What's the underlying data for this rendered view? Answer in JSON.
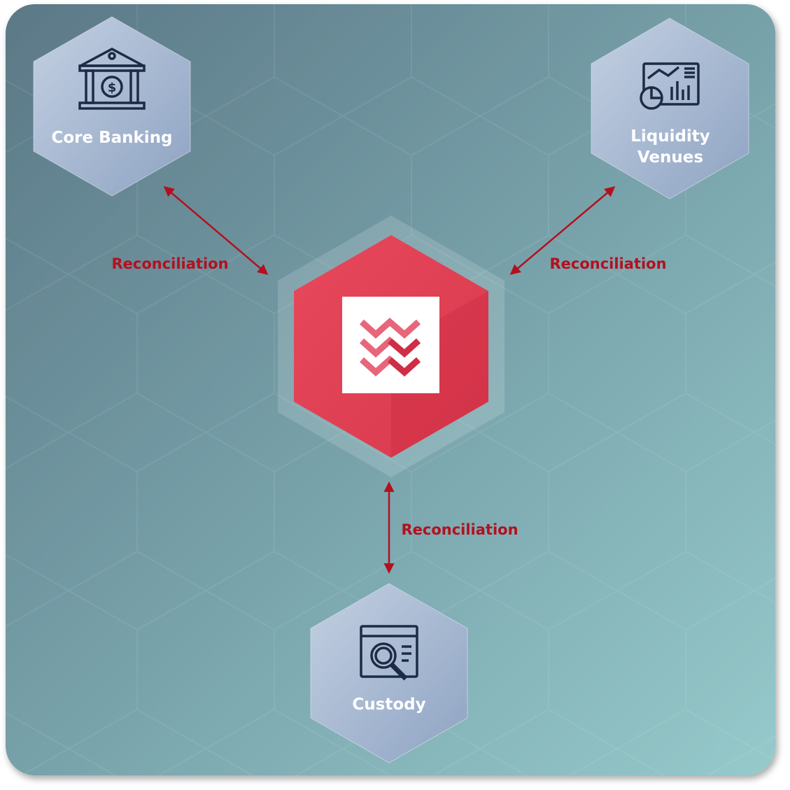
{
  "colors": {
    "accent": "#b3101f",
    "hub": "#e23b50",
    "node_icon": "#1d2b45",
    "bg_start": "#5d7b89",
    "bg_end": "#94c8ca"
  },
  "hub": {
    "icon": "wave-chevrons-logo"
  },
  "nodes": [
    {
      "label_lines": [
        "Core Banking"
      ],
      "icon": "bank-icon"
    },
    {
      "label_lines": [
        "Liquidity",
        "Venues"
      ],
      "icon": "analytics-dashboard-icon"
    },
    {
      "label_lines": [
        "Custody"
      ],
      "icon": "browser-search-info-icon"
    }
  ],
  "links": [
    {
      "label": "Reconciliation"
    },
    {
      "label": "Reconciliation"
    },
    {
      "label": "Reconciliation"
    }
  ]
}
